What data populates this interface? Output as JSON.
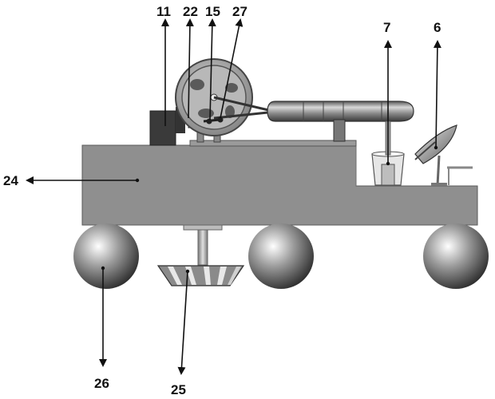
{
  "labels": {
    "l11": "11",
    "l22": "22",
    "l15": "15",
    "l27": "27",
    "l7": "7",
    "l6": "6",
    "l24": "24",
    "l26": "26",
    "l25": "25"
  },
  "colors": {
    "body": "#8f8f8f",
    "body_dark": "#6f6f6f",
    "box": "#3a3a3a",
    "arrow": "#111111"
  }
}
